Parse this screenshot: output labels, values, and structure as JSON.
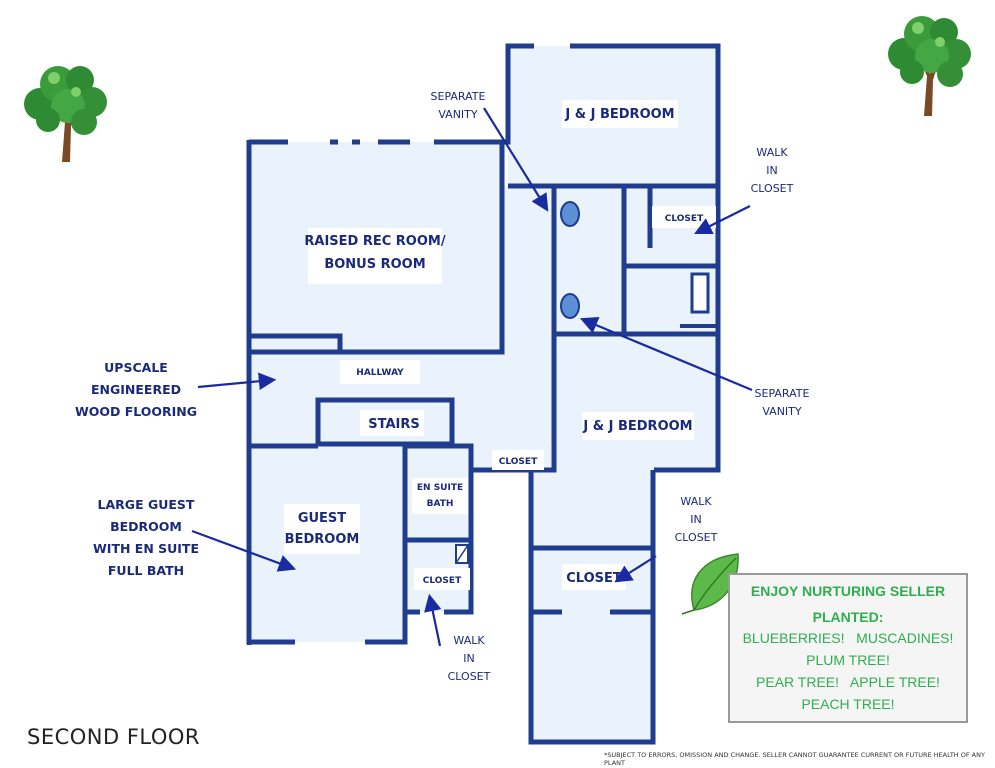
{
  "floor_title": "SECOND FLOOR",
  "disclaimer": "*SUBJECT TO ERRORS, OMISSION AND CHANGE. SELLER CANNOT GUARANTEE CURRENT OR FUTURE HEALTH OF ANY PLANT",
  "rooms": {
    "jj_bedroom_top": "J & J BEDROOM",
    "jj_bedroom_bottom": "J & J BEDROOM",
    "rec_room_line1": "RAISED REC ROOM/",
    "rec_room_line2": "BONUS ROOM",
    "hallway": "HALLWAY",
    "stairs": "STAIRS",
    "closet_top": "CLOSET",
    "closet_mid": "CLOSET",
    "closet_right": "CLOSET",
    "closet_guest": "CLOSET",
    "guest_line1": "GUEST",
    "guest_line2": "BEDROOM",
    "ensuite_line1": "EN SUITE",
    "ensuite_line2": "BATH"
  },
  "annotations": {
    "separate_vanity_top": [
      "SEPARATE",
      "VANITY"
    ],
    "separate_vanity_bottom": [
      "SEPARATE",
      "VANITY"
    ],
    "walk_in_top": [
      "WALK",
      "IN",
      "CLOSET"
    ],
    "walk_in_mid": [
      "WALK",
      "IN",
      "CLOSET"
    ],
    "walk_in_bottom": [
      "WALK",
      "IN",
      "CLOSET"
    ],
    "flooring": [
      "UPSCALE",
      "ENGINEERED",
      "WOOD FLOORING"
    ],
    "guest": [
      "LARGE GUEST",
      "BEDROOM",
      "WITH EN SUITE",
      "FULL BATH"
    ]
  },
  "promo": {
    "title_line1": "ENJOY NURTURING SELLER",
    "title_line2": "PLANTED:",
    "line1": "BLUEBERRIES!   MUSCADINES!",
    "line2": "PLUM TREE!",
    "line3": "PEAR TREE!   APPLE TREE!",
    "line4": "PEACH TREE!"
  },
  "colors": {
    "wall": "#1f3c8f",
    "label": "#1a2a7a",
    "promo_text": "#2fae4f"
  },
  "icons": [
    "tree-icon",
    "tree-icon",
    "leaf-icon"
  ]
}
